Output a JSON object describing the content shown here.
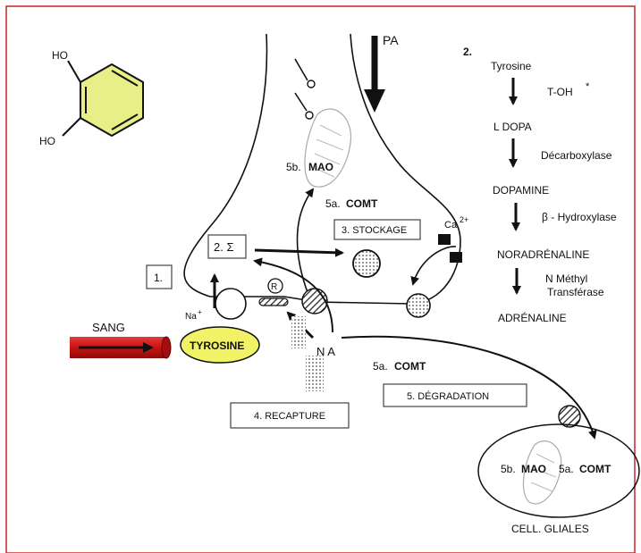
{
  "molecule": {
    "ho_top": "HO",
    "ho_bottom": "HO"
  },
  "pa_label": "PA",
  "pathway": {
    "number": "2.",
    "steps": [
      "Tyrosine",
      "L DOPA",
      "DOPAMINE",
      "NORADRÉNALINE",
      "ADRÉNALINE"
    ],
    "enzymes": [
      "T-OH",
      "Décarboxylase",
      "β - Hydroxylase",
      "N Méthyl",
      "Transférase"
    ],
    "enzyme_mark": "*"
  },
  "labels": {
    "mao_5b": "5b.",
    "mao": "MAO",
    "comt_5a": "5a.",
    "comt": "COMT",
    "stockage": "3. STOCKAGE",
    "sigma_box": "2. Σ",
    "box_1": "1.",
    "ca": "Ca",
    "ca_sup": "2+",
    "na": "Na",
    "na_sup": "+",
    "r_mark": "R",
    "sang": "SANG",
    "tyrosine": "TYROSINE",
    "na_short": "N A",
    "comt_mid_5a": "5a.",
    "comt_mid": "COMT",
    "degradation": "5. DÉGRADATION",
    "recapture": "4. RECAPTURE",
    "glial_mao_5b": "5b.",
    "glial_mao": "MAO",
    "glial_comt_5a": "5a.",
    "glial_comt": "COMT",
    "cell_gliales": "CELL. GLIALES"
  },
  "colors": {
    "frame": "#cc2222",
    "ring": "#e8ee88",
    "tyrosine_fill": "#f2f266",
    "blood_vessel": "#cc1111",
    "vesicle": "#bbbbbb"
  }
}
